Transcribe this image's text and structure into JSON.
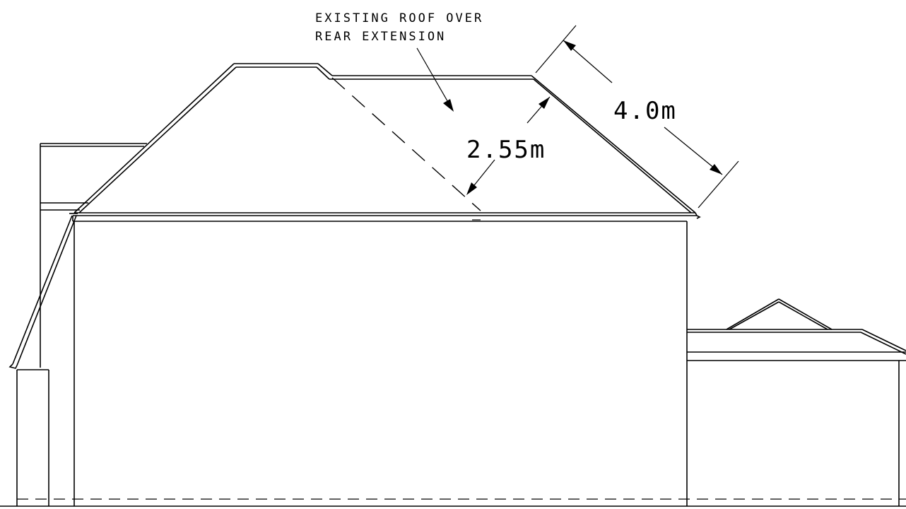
{
  "annotation": {
    "line1": "EXISTING ROOF OVER",
    "line2": "REAR EXTENSION"
  },
  "dimensions": {
    "slope_length": "4.0m",
    "perpendicular_height": "2.55m"
  },
  "colors": {
    "line": "#000000",
    "background": "#ffffff"
  }
}
